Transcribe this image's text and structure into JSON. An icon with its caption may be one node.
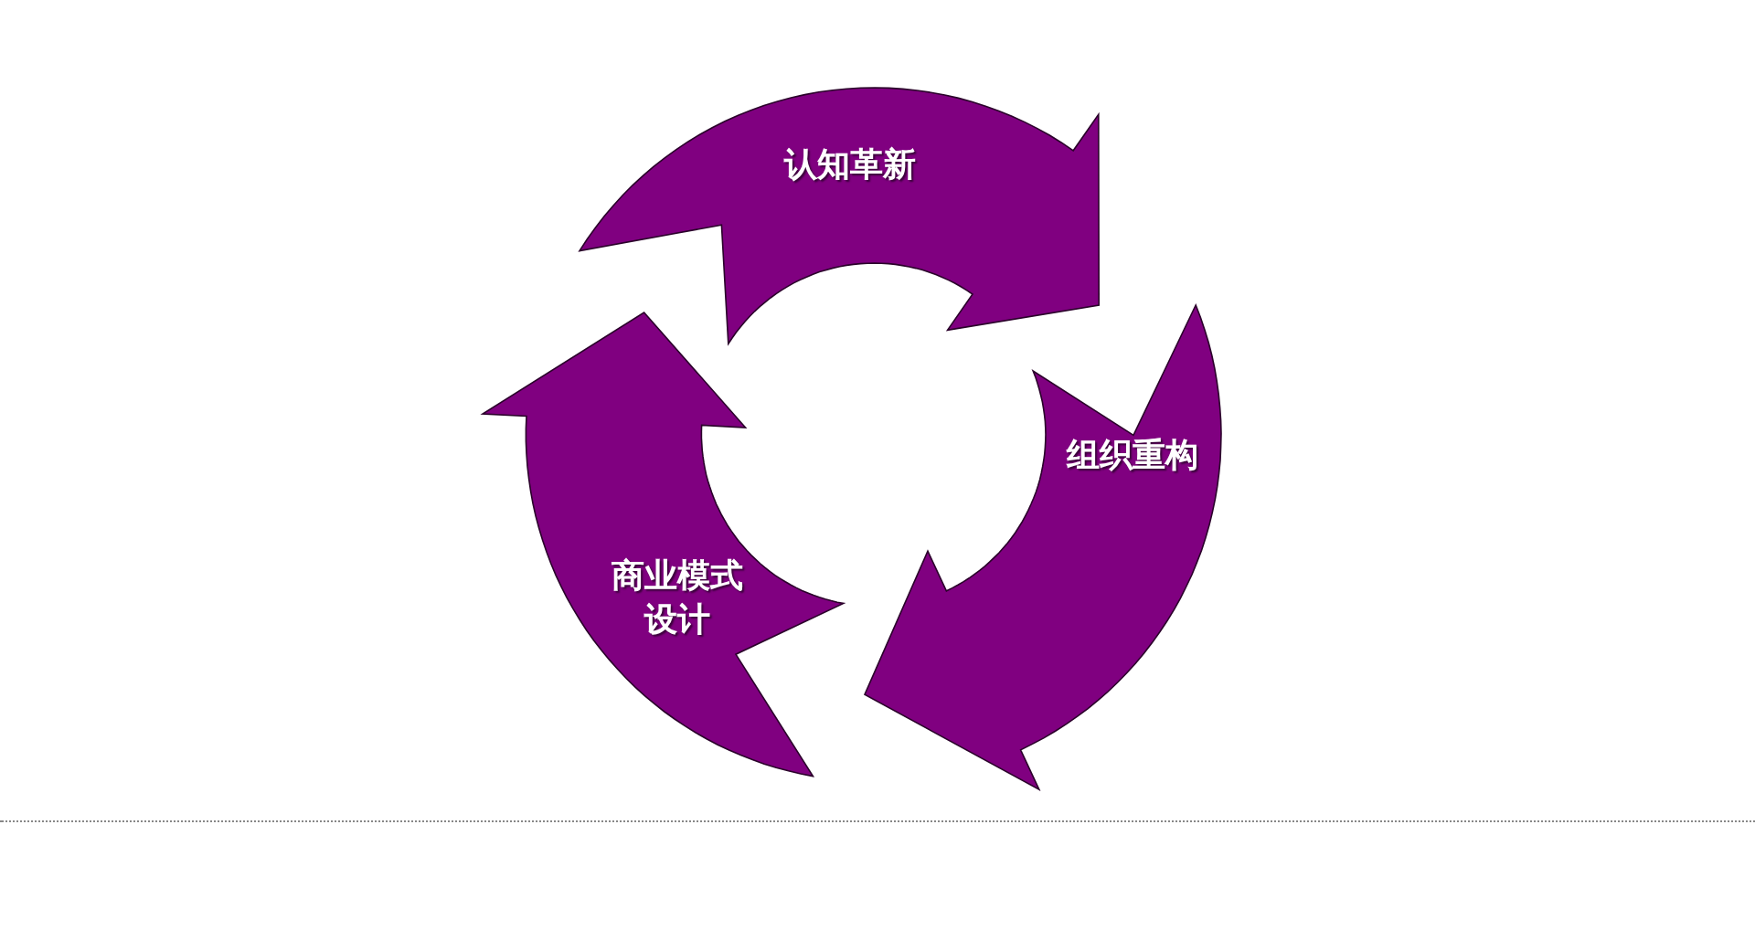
{
  "diagram": {
    "nodes": [
      {
        "text": [
          "认知革新"
        ]
      },
      {
        "text": [
          "组织重构"
        ]
      },
      {
        "text": [
          "商业模式设计"
        ]
      }
    ]
  }
}
